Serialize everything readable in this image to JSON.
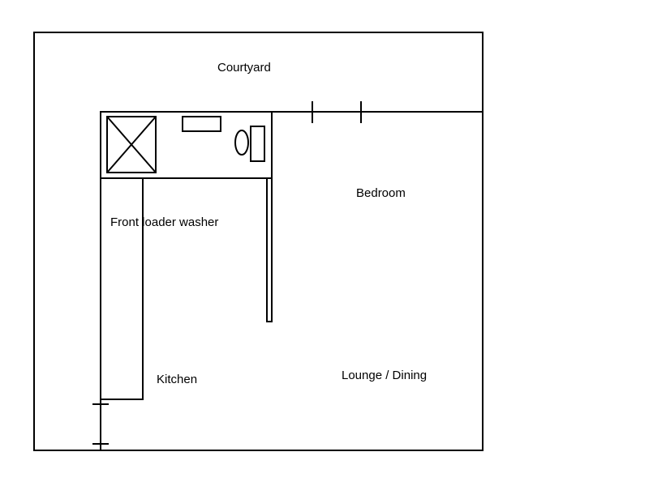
{
  "labels": {
    "courtyard": "Courtyard",
    "bedroom": "Bedroom",
    "front_loader_washer": "Front loader washer",
    "kitchen": "Kitchen",
    "lounge_dining": "Lounge / Dining"
  },
  "colors": {
    "background": "#ffffff",
    "lines": "#000000"
  }
}
